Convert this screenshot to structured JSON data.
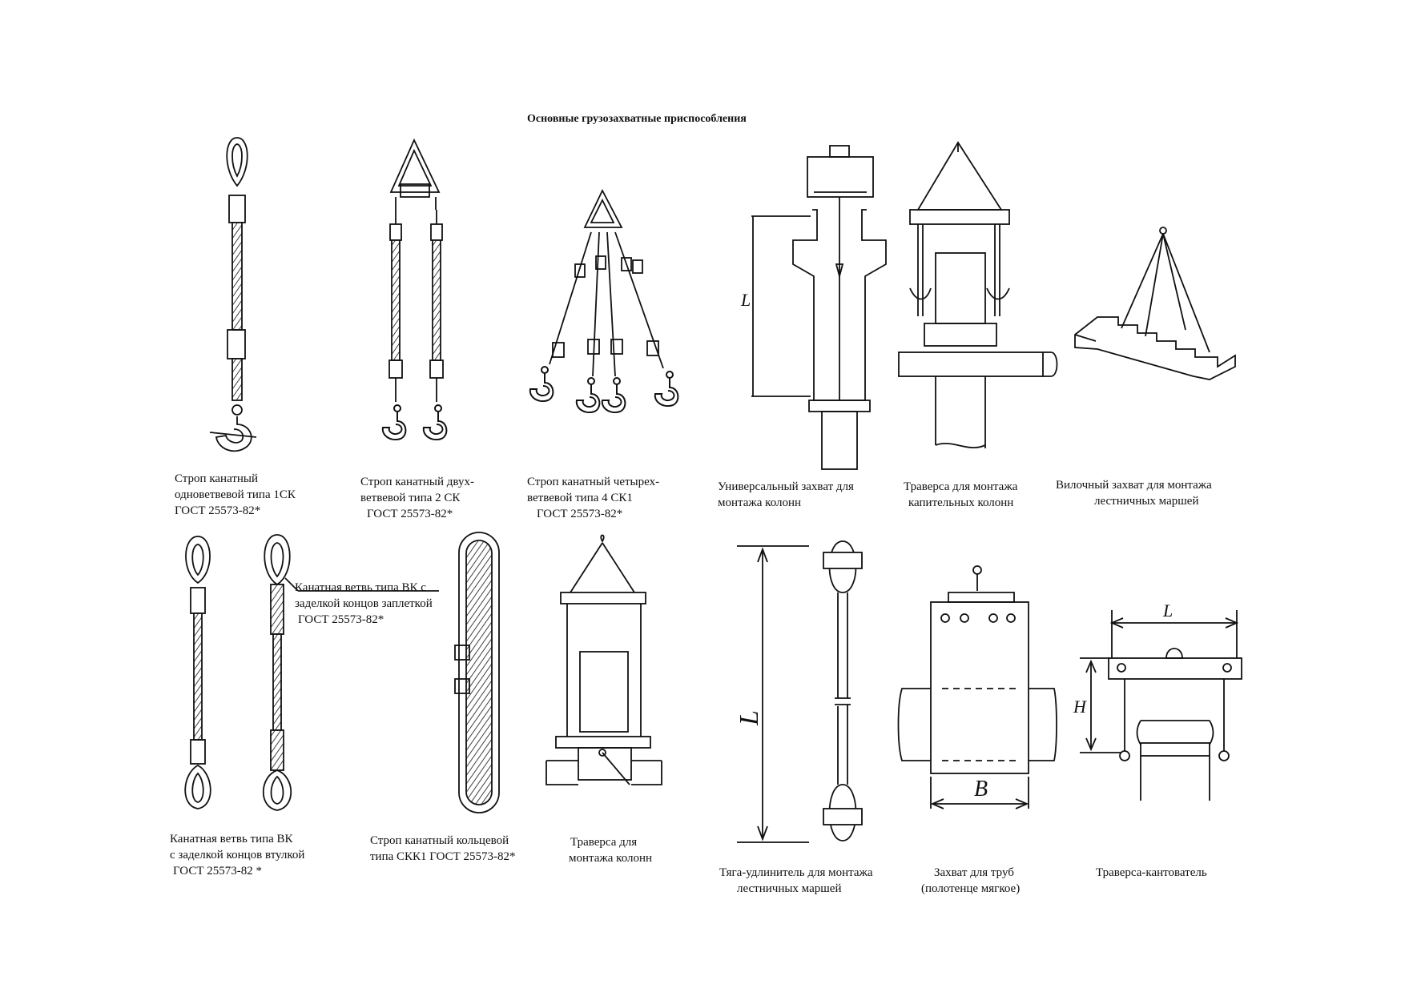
{
  "title": "Основные грузозахватные приспособления",
  "captions": {
    "c1": [
      "Строп канатный",
      "одноветвевой типа 1СК",
      "ГОСТ 25573-82*"
    ],
    "c2": [
      "Строп канатный двух-",
      "ветвевой типа 2 СК",
      "ГОСТ 25573-82*"
    ],
    "c3": [
      "Строп канатный четырех-",
      "ветвевой типа 4 СК1",
      "ГОСТ 25573-82*"
    ],
    "c4": [
      "Универсальный захват для",
      "монтажа колонн"
    ],
    "c5": [
      "Траверса для монтажа",
      "капительных колонн"
    ],
    "c6": [
      "Вилочный захват для монтажа",
      "лестничных маршей"
    ],
    "c7": [
      "Канатная ветвь типа ВК",
      "с заделкой концов втулкой",
      "ГОСТ 25573-82 *"
    ],
    "c8": [
      "Канатная ветвь типа ВК с",
      "заделкой концов заплеткой",
      "ГОСТ 25573-82*"
    ],
    "c9": [
      "Строп канатный кольцевой",
      "типа СКК1 ГОСТ 25573-82*"
    ],
    "c10": [
      "Траверса для",
      "монтажа колонн"
    ],
    "c11": [
      "Тяга-удлинитель для монтажа",
      "лестничных маршей"
    ],
    "c12": [
      "Захват для труб",
      "(полотенце мягкое)"
    ],
    "c13": [
      "Траверса-кантователь"
    ]
  },
  "dims": {
    "column_grip_L": "L",
    "extender_L": "L",
    "pipe_grip_B": "B",
    "tilter_L": "L",
    "tilter_H": "H"
  }
}
